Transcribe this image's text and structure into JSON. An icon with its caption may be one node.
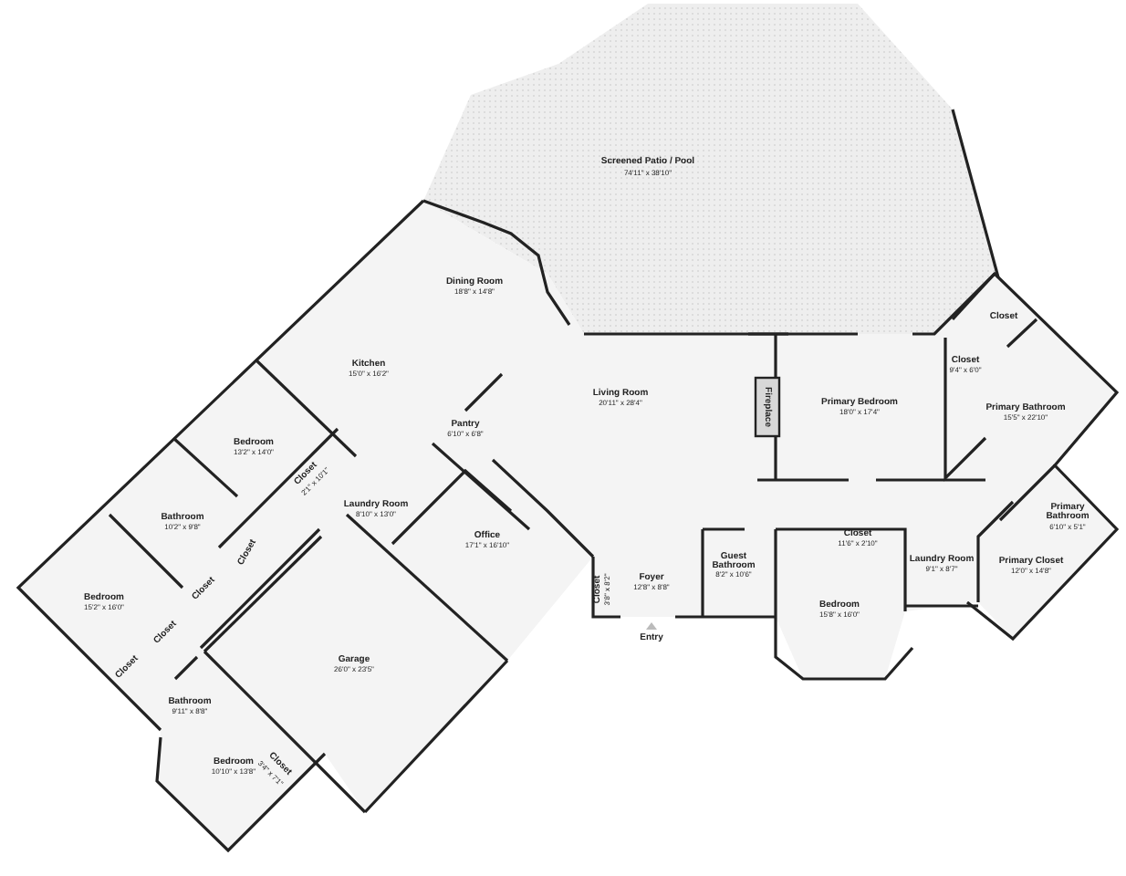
{
  "diagram": {
    "labels": [
      "Screened Patio / Pool",
      "74'11\" x 38'10\"",
      "Dining Room",
      "18'8\" x 14'8\"",
      "Kitchen",
      "15'0\" x 16'2\"",
      "Bedroom",
      "13'2\" x 14'0\"",
      "Closet",
      "2'1\" x 10'1\"",
      "Bathroom",
      "10'2\" x 9'8\"",
      "Closet",
      "Bedroom",
      "15'2\" x 16'0\"",
      "Closet",
      "Closet",
      "Closet",
      "Bathroom",
      "9'11\" x 8'8\"",
      "Garage",
      "26'0\" x 23'5\"",
      "Bedroom",
      "10'10\" x 13'8\"",
      "Closet",
      "3'4\" x 7'1\"",
      "Pantry",
      "6'10\" x 6'8\"",
      "Laundry Room",
      "8'10\" x 13'0\"",
      "Office",
      "17'1\" x 16'10\"",
      "Living Room",
      "20'11\" x 28'4\"",
      "Fireplace",
      "Primary Bedroom",
      "18'0\" x 17'4\"",
      "Closet",
      "Closet",
      "9'4\" x 6'0\"",
      "Primary Bathroom",
      "15'5\" x 22'10\"",
      "Primary Bathroom",
      "6'10\" x 5'1\"",
      "Primary Closet",
      "12'0\" x 14'8\"",
      "Closet",
      "11'6\" x 2'10\"",
      "Laundry Room",
      "9'1\" x 8'7\"",
      "Guest Bathroom",
      "8'2\" x 10'6\"",
      "Bedroom",
      "15'8\" x 16'0\"",
      "Foyer",
      "12'8\" x 8'8\"",
      "Closet",
      "3'8\" x 8'2\"",
      "Entry"
    ]
  }
}
